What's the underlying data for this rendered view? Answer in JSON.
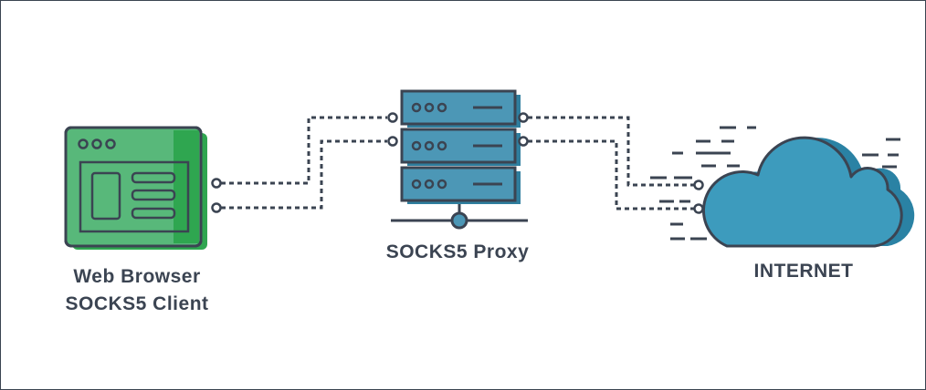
{
  "client": {
    "label_line1": "Web Browser",
    "label_line2": "SOCKS5 Client",
    "icon": "browser-window-icon"
  },
  "proxy": {
    "label": "SOCKS5 Proxy",
    "icon": "server-stack-icon"
  },
  "internet": {
    "label": "INTERNET",
    "icon": "cloud-icon"
  },
  "colors": {
    "outline": "#3b4452",
    "browser_green": "#58b87a",
    "browser_green_dark": "#2fa650",
    "server_blue": "#4c97b6",
    "server_blue_dark": "#2f7e9e",
    "cloud_blue": "#3d9bbd",
    "cloud_blue_dark": "#2a82a4",
    "connector_line": "#3b4452"
  }
}
